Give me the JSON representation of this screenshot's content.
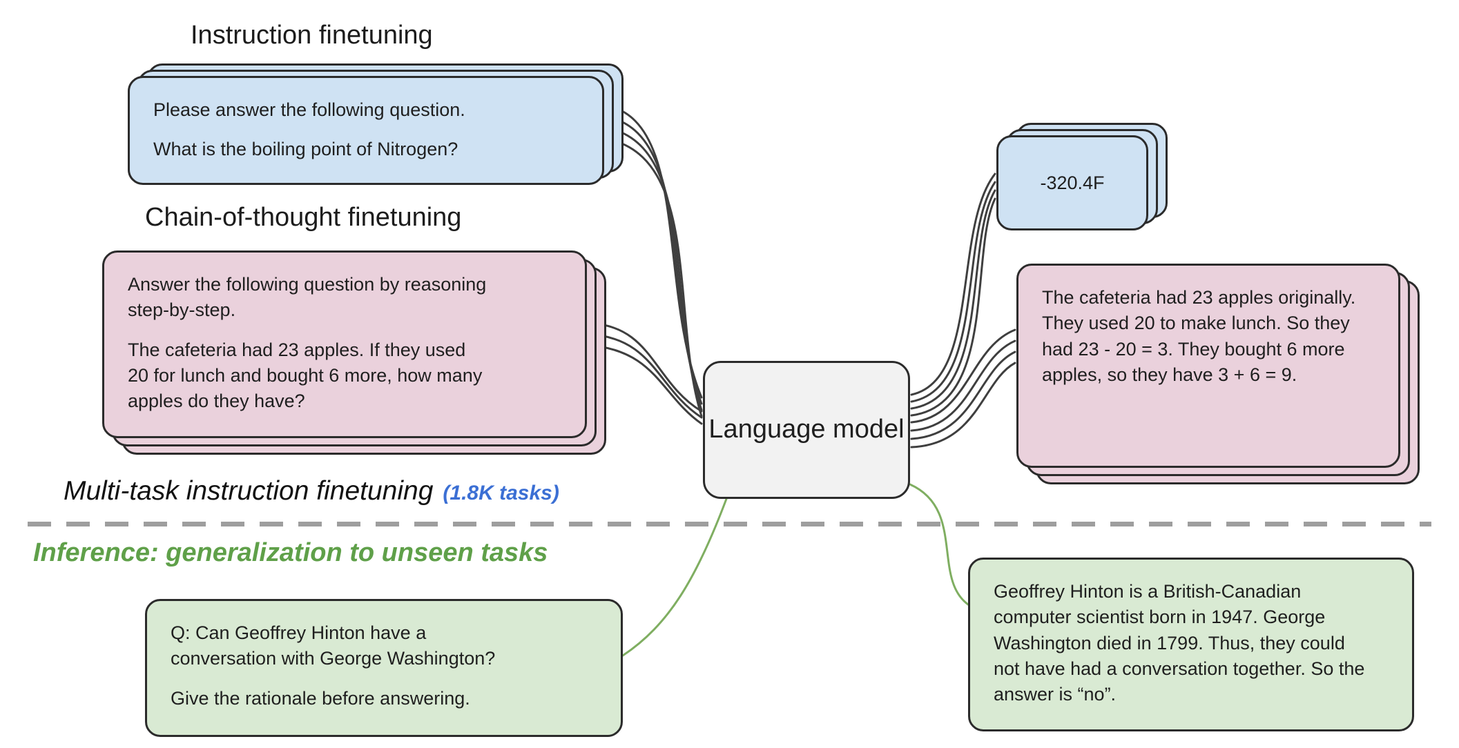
{
  "sections": {
    "instruction_finetuning": {
      "heading": "Instruction finetuning"
    },
    "cot_finetuning": {
      "heading": "Chain-of-thought finetuning"
    },
    "multitask": {
      "heading": "Multi-task instruction finetuning",
      "badge": "(1.8K tasks)"
    },
    "inference": {
      "heading": "Inference: generalization to unseen tasks"
    }
  },
  "model": {
    "label": "Language model"
  },
  "cards": {
    "instruction_prompt": {
      "p1": "Please answer the following question.",
      "p2": "What is the boiling point of Nitrogen?"
    },
    "instruction_answer": {
      "text": "-320.4F"
    },
    "cot_prompt": {
      "p1": "Answer the following question by reasoning step-by-step.",
      "p2": "The cafeteria had 23 apples. If they used 20 for lunch and bought 6 more, how many apples do they have?"
    },
    "cot_answer": {
      "text": "The cafeteria had 23 apples originally. They used 20 to make lunch. So they had 23 - 20 = 3. They bought 6 more apples, so they have 3 + 6 = 9."
    },
    "inference_prompt": {
      "p1": "Q: Can Geoffrey Hinton have a conversation with George Washington?",
      "p2": "Give the rationale before answering."
    },
    "inference_answer": {
      "text": "Geoffrey Hinton is a British-Canadian computer scientist born in 1947. George Washington died in 1799. Thus, they could not have had a conversation together. So the answer is “no”."
    }
  },
  "colors": {
    "blue_card": "#cfe2f3",
    "pink_card": "#ead1dc",
    "green_card": "#d9ead3",
    "model_box": "#f2f2f2",
    "connector_dark": "#3f3f3f",
    "connector_green": "#7fae61",
    "accent_blue": "#3b6fd4",
    "accent_green": "#5fa049",
    "divider_gray": "#9e9e9e"
  }
}
